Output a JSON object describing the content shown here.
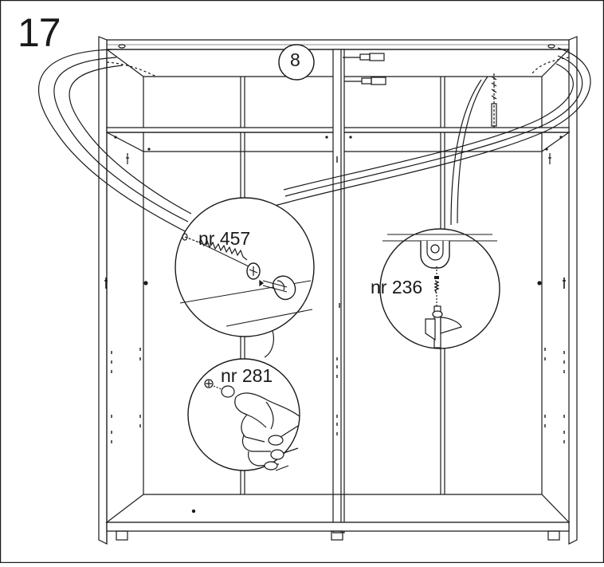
{
  "step": {
    "number": "17"
  },
  "quantity_badge": "8",
  "parts": [
    {
      "label": "nr 457"
    },
    {
      "label": "nr 281"
    },
    {
      "label": "nr 236"
    }
  ],
  "colors": {
    "line": "#1a1a1a",
    "paper": "#ffffff"
  }
}
